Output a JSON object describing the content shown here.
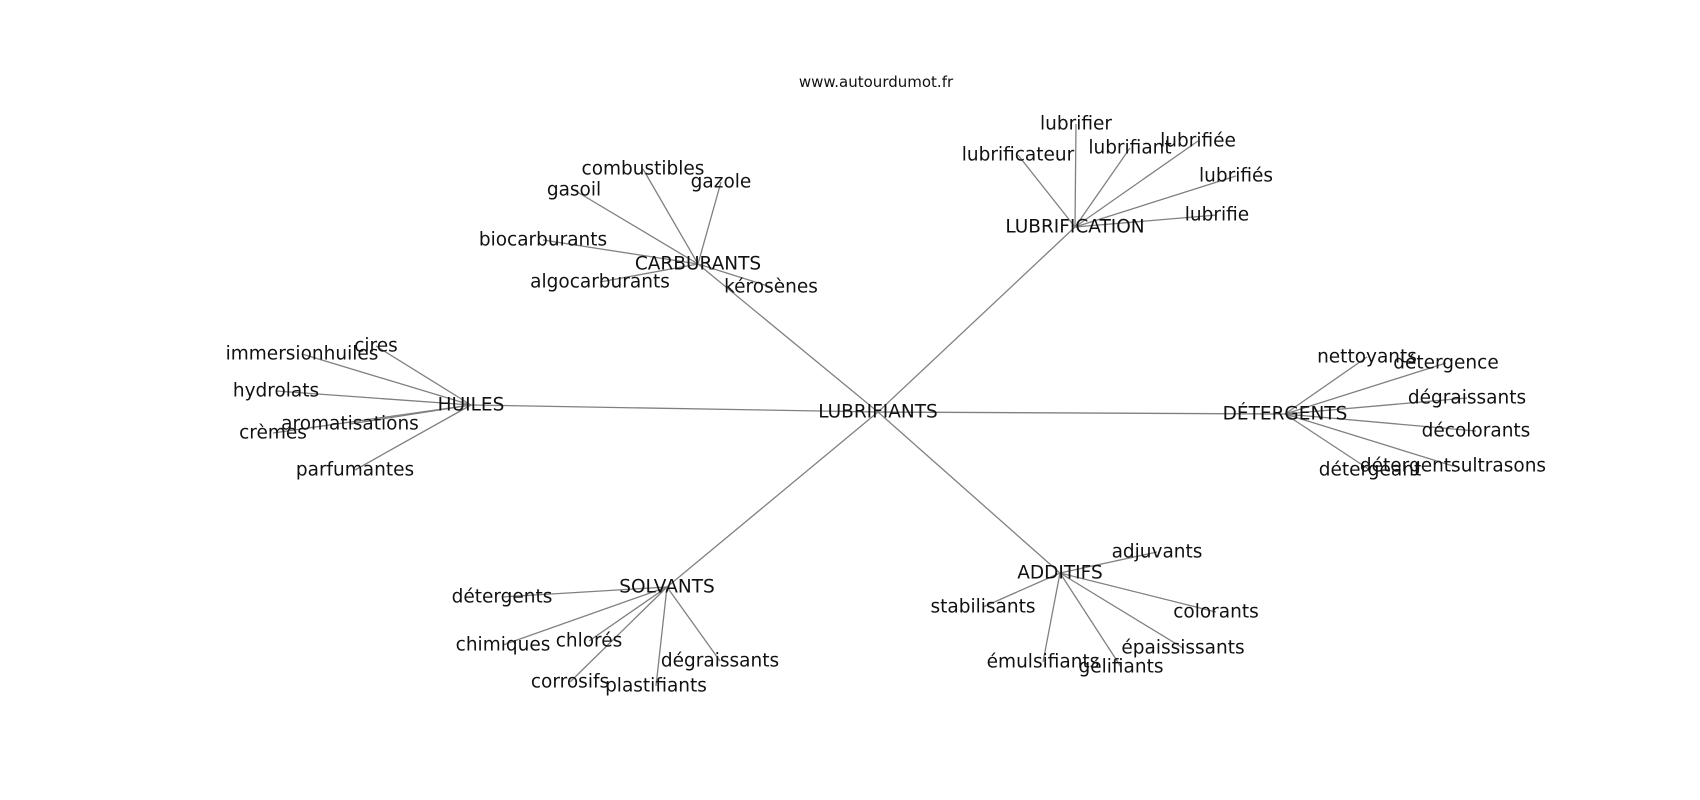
{
  "site": "www.autourdumot.fr",
  "center": "LUBRIFIANTS",
  "groups": [
    {
      "label": "LUBRIFICATION",
      "words": [
        "lubrifier",
        "lubrificateur",
        "lubrifiant",
        "lubrifiée",
        "lubrifiés",
        "lubrifie"
      ]
    },
    {
      "label": "CARBURANTS",
      "words": [
        "combustibles",
        "gazole",
        "gasoil",
        "biocarburants",
        "algocarburants",
        "kérosènes"
      ]
    },
    {
      "label": "HUILES",
      "words": [
        "cires",
        "immersionhuiles",
        "hydrolats",
        "aromatisations",
        "crèmes",
        "parfumantes"
      ]
    },
    {
      "label": "DÉTERGENTS",
      "words": [
        "nettoyants",
        "détergence",
        "dégraissants",
        "décolorants",
        "détergentsultrasons",
        "détergeant"
      ]
    },
    {
      "label": "SOLVANTS",
      "words": [
        "détergents",
        "chimiques",
        "chlorés",
        "corrosifs",
        "plastifiants",
        "dégraissants"
      ]
    },
    {
      "label": "ADDITIFS",
      "words": [
        "adjuvants",
        "stabilisants",
        "colorants",
        "émulsifiants",
        "gélifiants",
        "épaississants"
      ]
    }
  ]
}
